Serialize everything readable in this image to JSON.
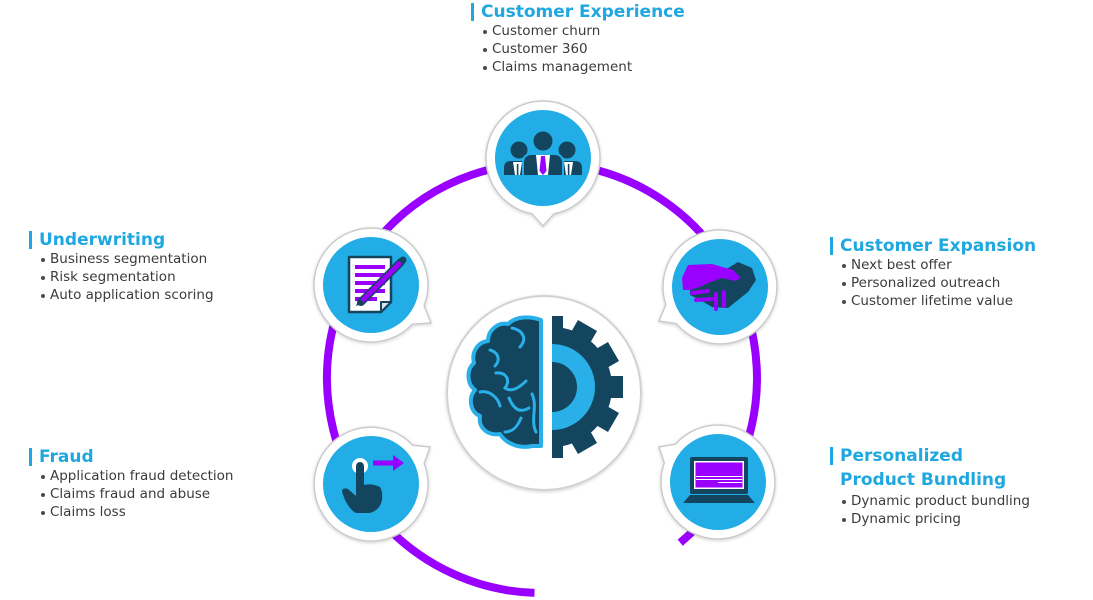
{
  "center_icon": "brain-gear-icon",
  "sections": [
    {
      "id": "customer-experience",
      "title": "Customer Experience",
      "icon": "people-icon",
      "items": [
        "Customer churn",
        "Customer 360",
        "Claims management"
      ]
    },
    {
      "id": "underwriting",
      "title": "Underwriting",
      "icon": "document-pencil-icon",
      "items": [
        "Business segmentation",
        "Risk segmentation",
        "Auto application scoring"
      ]
    },
    {
      "id": "customer-expansion",
      "title": "Customer Expansion",
      "icon": "handshake-icon",
      "items": [
        "Next best offer",
        "Personalized outreach",
        "Customer lifetime value"
      ]
    },
    {
      "id": "fraud",
      "title": "Fraud",
      "icon": "touch-swipe-icon",
      "items": [
        "Application fraud detection",
        "Claims fraud and abuse",
        "Claims loss"
      ]
    },
    {
      "id": "personalized-product-bundling",
      "title": "Personalized Product Bundling",
      "icon": "laptop-icon",
      "items": [
        "Dynamic product bundling",
        "Dynamic pricing"
      ]
    }
  ],
  "colors": {
    "title_blue": "#1fa7df",
    "icon_blue": "#22ade6",
    "navy": "#13455f",
    "purple": "#9a00ff",
    "text": "#3b3b3b"
  }
}
